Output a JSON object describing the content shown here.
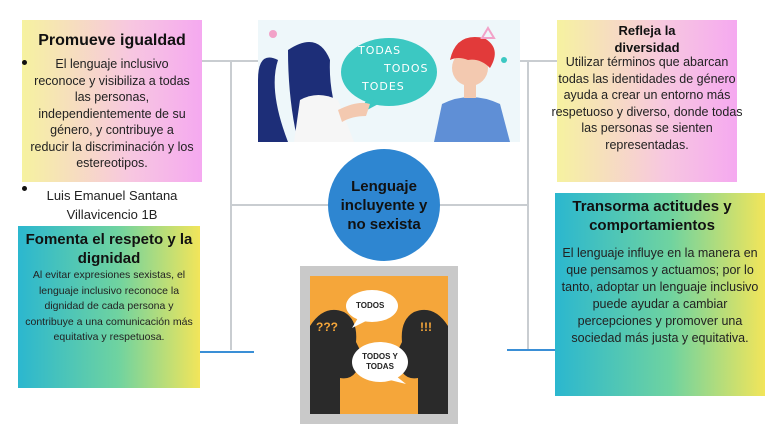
{
  "center": {
    "label": "Lenguaje incluyente y no sexista"
  },
  "top_left": {
    "title": "Promueve igualdad",
    "text": "El lenguaje inclusivo reconoce y visibiliza a todas las personas, independientemente de su género, y contribuye a reducir la discriminación y los estereotipos."
  },
  "author": {
    "line1": "Luis Emanuel Santana",
    "line2": "Villavicencio 1B"
  },
  "top_right": {
    "title": "Refleja la diversidad",
    "text": "Utilizar términos que abarcan todas las identidades de género ayuda a crear un entorno más respetuoso y diverso, donde todas las personas se sienten representadas."
  },
  "bottom_left": {
    "title": "Fomenta el respeto y la dignidad",
    "text": "Al evitar expresiones sexistas, el lenguaje inclusivo reconoce la dignidad de cada persona y contribuye a una comunicación más equitativa y respetuosa."
  },
  "bottom_right": {
    "title": "Transorma actitudes y comportamientos",
    "text": "El lenguaje influye en la manera en que pensamos y actuamos; por lo tanto, adoptar un lenguaje inclusivo puede ayudar a cambiar percepciones y promover una sociedad más justa y equitativa."
  },
  "image_top": {
    "bubble1": "TODAS",
    "bubble2": "TODOS",
    "bubble3": "TODES"
  },
  "image_bottom": {
    "bubble1": "TODOS",
    "bubble2": "TODOS Y TODAS",
    "q_left": "???",
    "q_right": "!!!"
  }
}
